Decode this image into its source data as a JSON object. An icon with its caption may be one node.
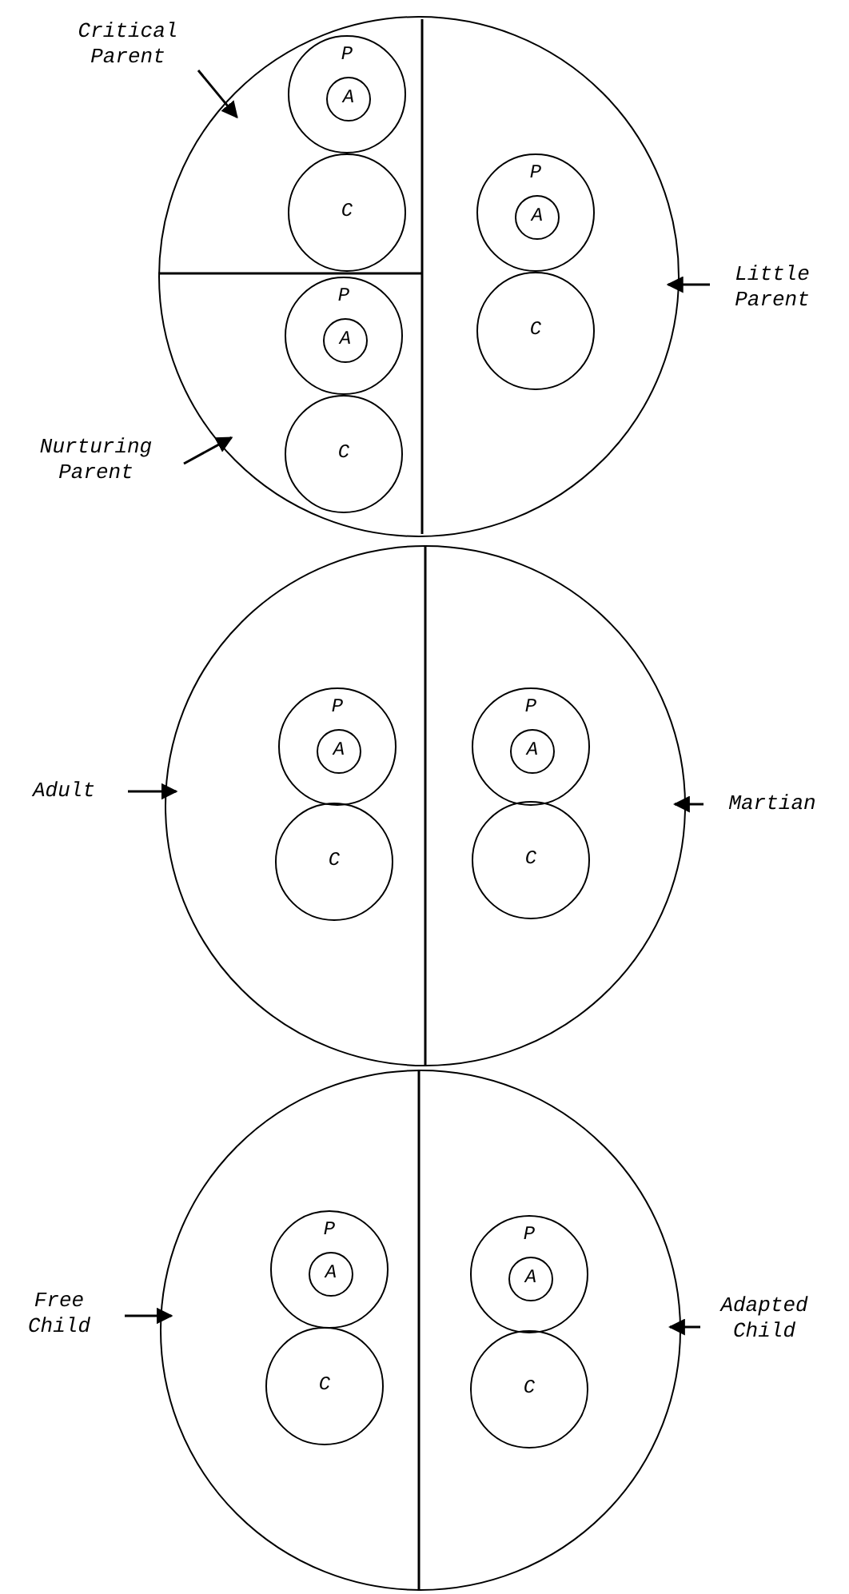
{
  "diagram": {
    "nodes": [
      {
        "text": [],
        "shape": "circle"
      },
      {
        "text": [
          "P"
        ],
        "in": 0
      },
      {
        "text": [
          "A"
        ],
        "in": 1
      },
      {
        "text": [
          "C"
        ],
        "in": 0
      },
      {
        "text": [
          "P"
        ],
        "in": 0
      },
      {
        "text": [
          "A"
        ],
        "in": 4
      },
      {
        "text": [
          "C"
        ],
        "in": 0
      },
      {
        "text": [
          "P"
        ],
        "in": 0
      },
      {
        "text": [
          "A"
        ],
        "in": 7
      },
      {
        "text": [
          "C"
        ],
        "in": 0
      },
      {
        "text": [
          "Critical Parent"
        ]
      },
      {
        "text": [
          "Nurturing Parent"
        ]
      },
      {
        "text": [
          "Little Parent"
        ]
      },
      {
        "text": [],
        "shape": "circle"
      },
      {
        "text": [
          "P"
        ],
        "in": 13
      },
      {
        "text": [
          "A"
        ],
        "in": 14
      },
      {
        "text": [
          "C"
        ],
        "in": 13
      },
      {
        "text": [
          "P"
        ],
        "in": 13
      },
      {
        "text": [
          "A"
        ],
        "in": 17
      },
      {
        "text": [
          "C"
        ],
        "in": 13
      },
      {
        "text": [
          "Adult"
        ]
      },
      {
        "text": [
          "Martian"
        ]
      },
      {
        "text": [],
        "shape": "circle"
      },
      {
        "text": [
          "P"
        ],
        "in": 22
      },
      {
        "text": [
          "A"
        ],
        "in": 23
      },
      {
        "text": [
          "C"
        ],
        "in": 22
      },
      {
        "text": [
          "P"
        ],
        "in": 22
      },
      {
        "text": [
          "A"
        ],
        "in": 26
      },
      {
        "text": [
          "C"
        ],
        "in": 22
      },
      {
        "text": [
          "Free Child"
        ]
      },
      {
        "text": [
          "Adapted Child"
        ]
      }
    ],
    "edges": [
      {
        "from": 10,
        "to": null,
        "arrow": "to"
      },
      {
        "from": 11,
        "to": null,
        "arrow": "to"
      },
      {
        "from": 12,
        "to": 0,
        "arrow": "to"
      },
      {
        "from": 20,
        "to": 13,
        "arrow": "to"
      },
      {
        "from": 21,
        "to": 13,
        "arrow": "to"
      },
      {
        "from": 29,
        "to": 22,
        "arrow": "to"
      },
      {
        "from": 30,
        "to": 22,
        "arrow": "to"
      }
    ]
  }
}
